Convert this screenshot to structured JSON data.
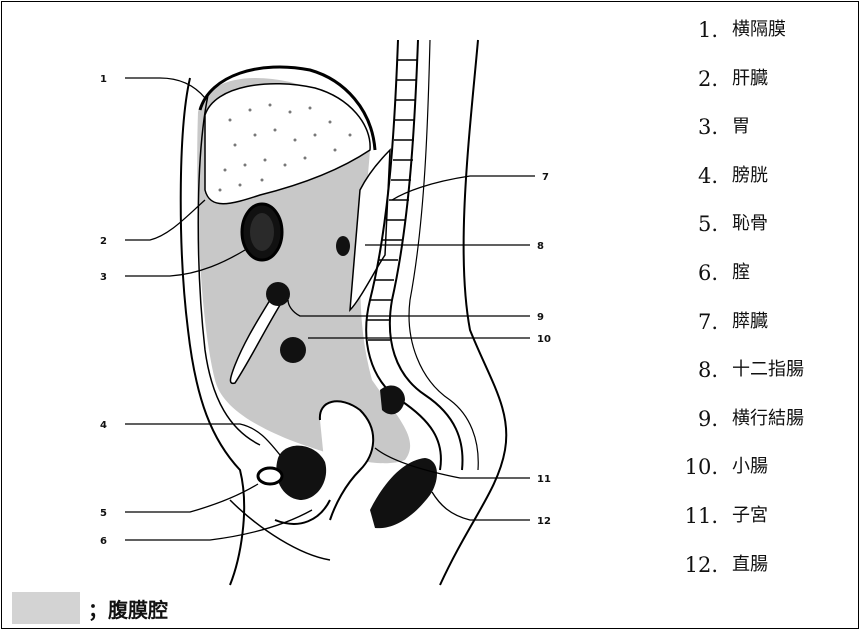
{
  "legend": {
    "items": [
      {
        "num": "1.",
        "name": "横隔膜"
      },
      {
        "num": "2.",
        "name": "肝臓"
      },
      {
        "num": "3.",
        "name": "胃"
      },
      {
        "num": "4.",
        "name": "膀胱"
      },
      {
        "num": "5.",
        "name": "恥骨"
      },
      {
        "num": "6.",
        "name": "腟"
      },
      {
        "num": "7.",
        "name": "膵臓"
      },
      {
        "num": "8.",
        "name": "十二指腸"
      },
      {
        "num": "9.",
        "name": "横行結腸"
      },
      {
        "num": "10.",
        "name": "小腸"
      },
      {
        "num": "11.",
        "name": "子宮"
      },
      {
        "num": "12.",
        "name": "直腸"
      }
    ]
  },
  "key": {
    "text": "；腹膜腔",
    "color": "#d3d3d3"
  },
  "callouts": {
    "c1": "1",
    "c2": "2",
    "c3": "3",
    "c4": "4",
    "c5": "5",
    "c6": "6",
    "c7": "7",
    "c8": "8",
    "c9": "9",
    "c10": "10",
    "c11": "11",
    "c12": "12"
  },
  "colors": {
    "cavity": "#c8c8c8",
    "organ": "#111111",
    "line": "#000000"
  }
}
